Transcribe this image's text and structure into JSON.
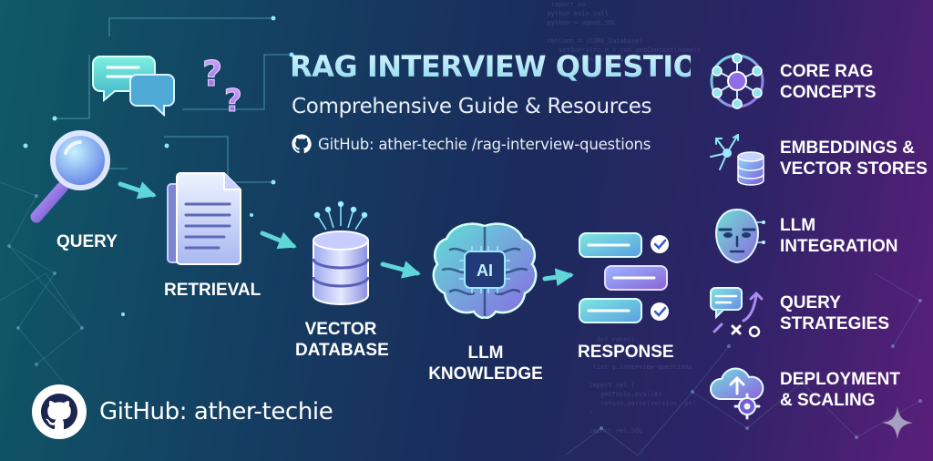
{
  "header": {
    "title": "RAG INTERVIEW QUESTIONS",
    "subtitle": "Comprehensive Guide & Resources",
    "repo_link": "GitHub: ather-techie /rag-interview-questions"
  },
  "pipeline": {
    "steps": [
      {
        "label": "QUERY",
        "icon": "magnifier-icon"
      },
      {
        "label": "RETRIEVAL",
        "icon": "documents-icon"
      },
      {
        "label_lines": [
          "VECTOR",
          "DATABASE"
        ],
        "icon": "database-icon"
      },
      {
        "label_lines": [
          "LLM",
          "KNOWLEDGE"
        ],
        "icon": "ai-brain-icon",
        "chip_text": "AI"
      },
      {
        "label": "RESPONSE",
        "icon": "chat-checks-icon"
      }
    ]
  },
  "topics": [
    {
      "lines": [
        "CORE RAG",
        "CONCEPTS"
      ],
      "icon": "network-icon"
    },
    {
      "lines": [
        "EMBEDDINGS &",
        "VECTOR STORES"
      ],
      "icon": "embedding-store-icon"
    },
    {
      "lines": [
        "LLM",
        "INTEGRATION"
      ],
      "icon": "robot-face-icon"
    },
    {
      "lines": [
        "QUERY",
        "STRATEGIES"
      ],
      "icon": "strategy-icon"
    },
    {
      "lines": [
        "DEPLOYMENT",
        "& SCALING"
      ],
      "icon": "cloud-gear-icon"
    }
  ],
  "footer": {
    "github_label": "GitHub: ather-techie"
  },
  "colors": {
    "accent": "#5fd6d8",
    "purple": "#a97ce8",
    "background_start": "#0f5a66",
    "background_end": "#5a1f7a"
  }
}
